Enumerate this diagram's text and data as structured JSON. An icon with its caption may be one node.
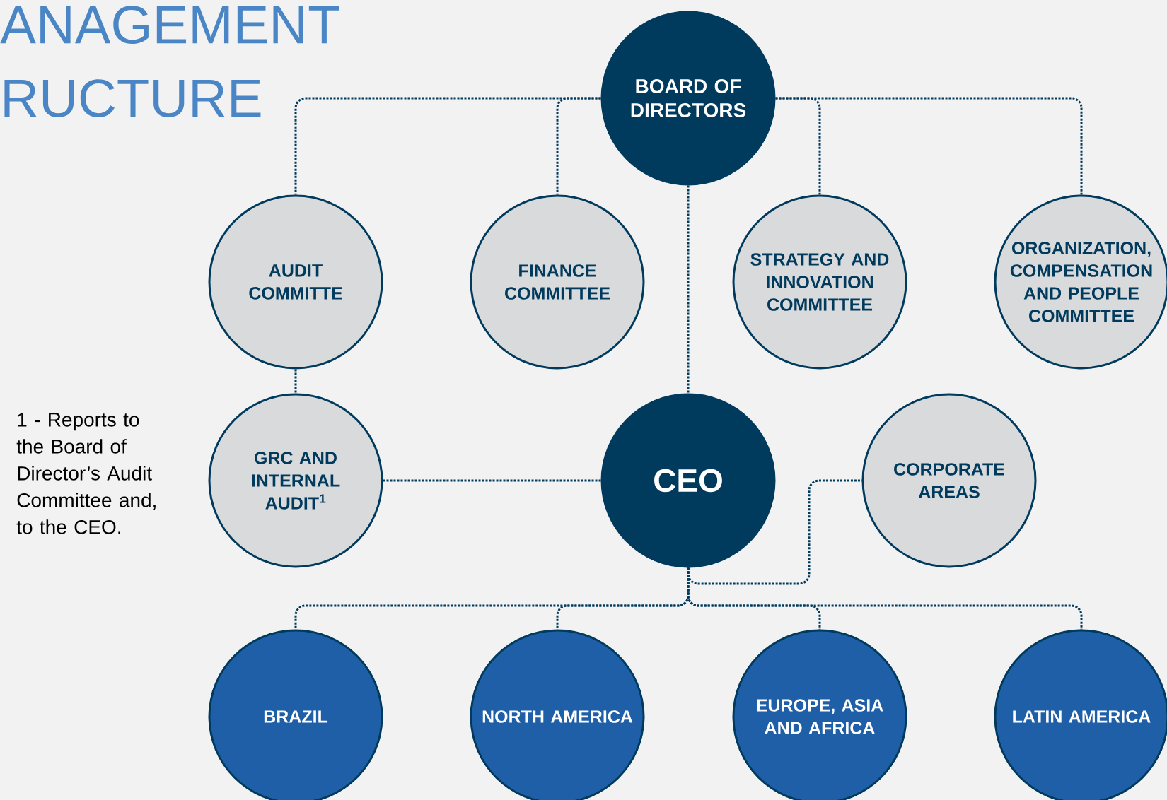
{
  "diagram": {
    "title": "ANAGEMENT RUCTURE",
    "nodes": [
      {
        "text": [
          "BOARD OF DIRECTORS"
        ]
      },
      {
        "text": [
          "AUDIT COMMITTE"
        ]
      },
      {
        "text": [
          "FINANCE COMMITTEE"
        ]
      },
      {
        "text": [
          "STRATEGY AND INNOVATION COMMITTEE"
        ]
      },
      {
        "text": [
          "ORGANIZATION, COMPENSATION AND PEOPLE COMMITTEE"
        ]
      },
      {
        "text": [
          "GRC AND INTERNAL AUDIT$^{1}$"
        ]
      },
      {
        "text": [
          "CEO"
        ]
      },
      {
        "text": [
          "CORPORATE AREAS"
        ]
      },
      {
        "text": [
          "BRAZIL"
        ]
      },
      {
        "text": [
          "NORTH AMERICA"
        ]
      },
      {
        "text": [
          "EUROPE, ASIA AND AFRICA"
        ]
      },
      {
        "text": [
          "LATIN AMERICA"
        ]
      }
    ],
    "edges": [
      {
        "from": 0,
        "to": 1,
        "arrow": "none",
        "style": "dashed"
      },
      {
        "from": 0,
        "to": 2,
        "arrow": "none",
        "style": "dashed"
      },
      {
        "from": 0,
        "to": 3,
        "arrow": "none",
        "style": "dashed"
      },
      {
        "from": 0,
        "to": 4,
        "arrow": "none",
        "style": "dashed"
      },
      {
        "from": 0,
        "to": 6,
        "arrow": "none",
        "style": "dashed"
      },
      {
        "from": 1,
        "to": 5,
        "arrow": "none",
        "style": "dashed"
      },
      {
        "from": 5,
        "to": 6,
        "arrow": "none",
        "style": "dashed"
      },
      {
        "from": 6,
        "to": 7,
        "arrow": "none",
        "style": "dashed"
      },
      {
        "from": 6,
        "to": 8,
        "arrow": "none",
        "style": "dashed"
      },
      {
        "from": 6,
        "to": 9,
        "arrow": "none",
        "style": "dashed"
      },
      {
        "from": 6,
        "to": 10,
        "arrow": "none",
        "style": "dashed"
      },
      {
        "from": 6,
        "to": 11,
        "arrow": "none",
        "style": "dashed"
      }
    ],
    "labels": [
      "1 - Reports to the Board of Director’s Audit Committee and, to the CEO."
    ]
  }
}
